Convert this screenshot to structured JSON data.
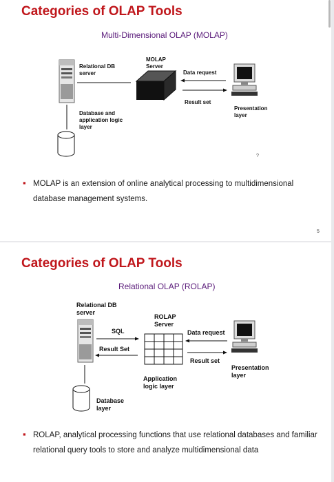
{
  "slide1": {
    "title": "Categories of OLAP Tools",
    "subtitle": "Multi-Dimensional OLAP (MOLAP)",
    "labels": {
      "relational_db_server": "Relational DB\nserver",
      "molap_server": "MOLAP\nServer",
      "data_request": "Data request",
      "result_set": "Result set",
      "database_app_logic": "Database and\napplication logic\nlayer",
      "presentation_layer": "Presentation\nlayer"
    },
    "bullet": "MOLAP is an extension of online analytical processing to multidimensional database management systems.",
    "page_number": "5"
  },
  "slide2": {
    "title": "Categories of OLAP Tools",
    "subtitle": "Relational OLAP (ROLAP)",
    "labels": {
      "relational_db_server": "Relational DB\nserver",
      "rolap_server": "ROLAP\nServer",
      "sql": "SQL",
      "result_set": "Result Set",
      "data_request": "Data request",
      "result_set_2": "Result set",
      "presentation_layer": "Presentation\nlayer",
      "application_logic": "Application\nlogic layer",
      "database_layer": "Database\nlayer"
    },
    "bullet": "ROLAP, analytical processing functions that use relational databases and familiar relational query tools to store and analyze multidimensional data"
  }
}
